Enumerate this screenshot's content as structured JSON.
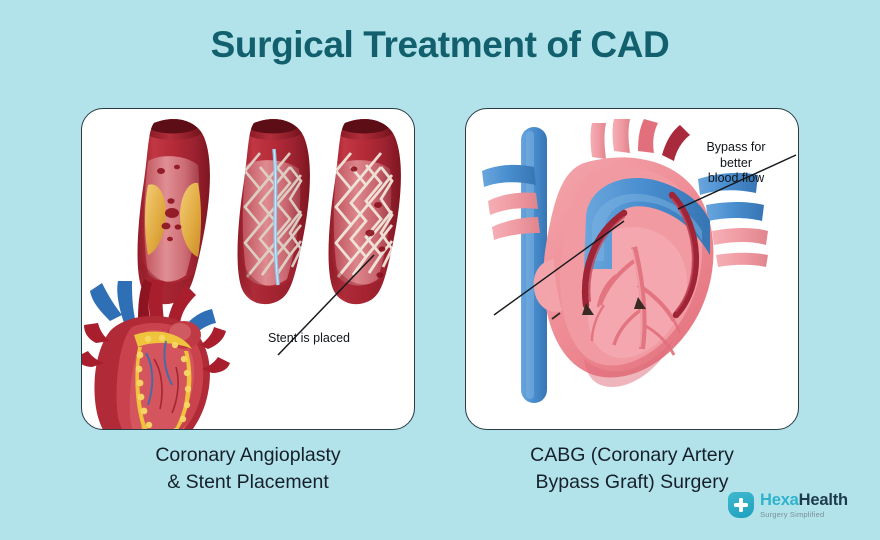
{
  "meta": {
    "kind": "medical-infographic",
    "background_color": "#b2e3ea",
    "card_background": "#ffffff",
    "card_border_color": "#2b3a45"
  },
  "header": {
    "title": "Surgical Treatment of CAD",
    "title_color": "#12606d"
  },
  "panels": [
    {
      "id": "angioplasty",
      "caption": "Coronary Angioplasty\n& Stent Placement",
      "annotation": "Stent is placed",
      "artwork_name": "coronary-artery-stent-stages-illustration",
      "artwork_parts": [
        "blocked-artery-with-plaque",
        "artery-with-stent-on-balloon-catheter",
        "artery-with-expanded-stent",
        "anatomical-heart"
      ],
      "colors": {
        "artery_outer": "#a81e2d",
        "artery_inner": "#d4535b",
        "plaque": "#e8b34b",
        "catheter": "#7fb7e0",
        "stent_mesh": "#e6ddd4"
      }
    },
    {
      "id": "cabg",
      "caption": "CABG (Coronary Artery\nBypass Graft) Surgery",
      "annotation": "Bypass for\nbetter\nblood flow",
      "artwork_name": "heart-with-bypass-grafts-illustration",
      "artwork_parts": [
        "heart-muscle",
        "vena-cava",
        "aortic-arch",
        "bypass-graft-vessels",
        "coronary-arteries"
      ],
      "colors": {
        "heart": "#ef8e96",
        "heart_shadow": "#e2707c",
        "vein_blue": "#4a8fd0",
        "artery_pink": "#f09ba3",
        "graft": "#9e2436"
      }
    }
  ],
  "brand": {
    "name_first": "Hexa",
    "name_second": "Health",
    "tagline": "Surgery Simplified",
    "icon": "medical-cross-shield-icon",
    "accent_color": "#2fb3cc",
    "dark_color": "#1d3b4d"
  }
}
